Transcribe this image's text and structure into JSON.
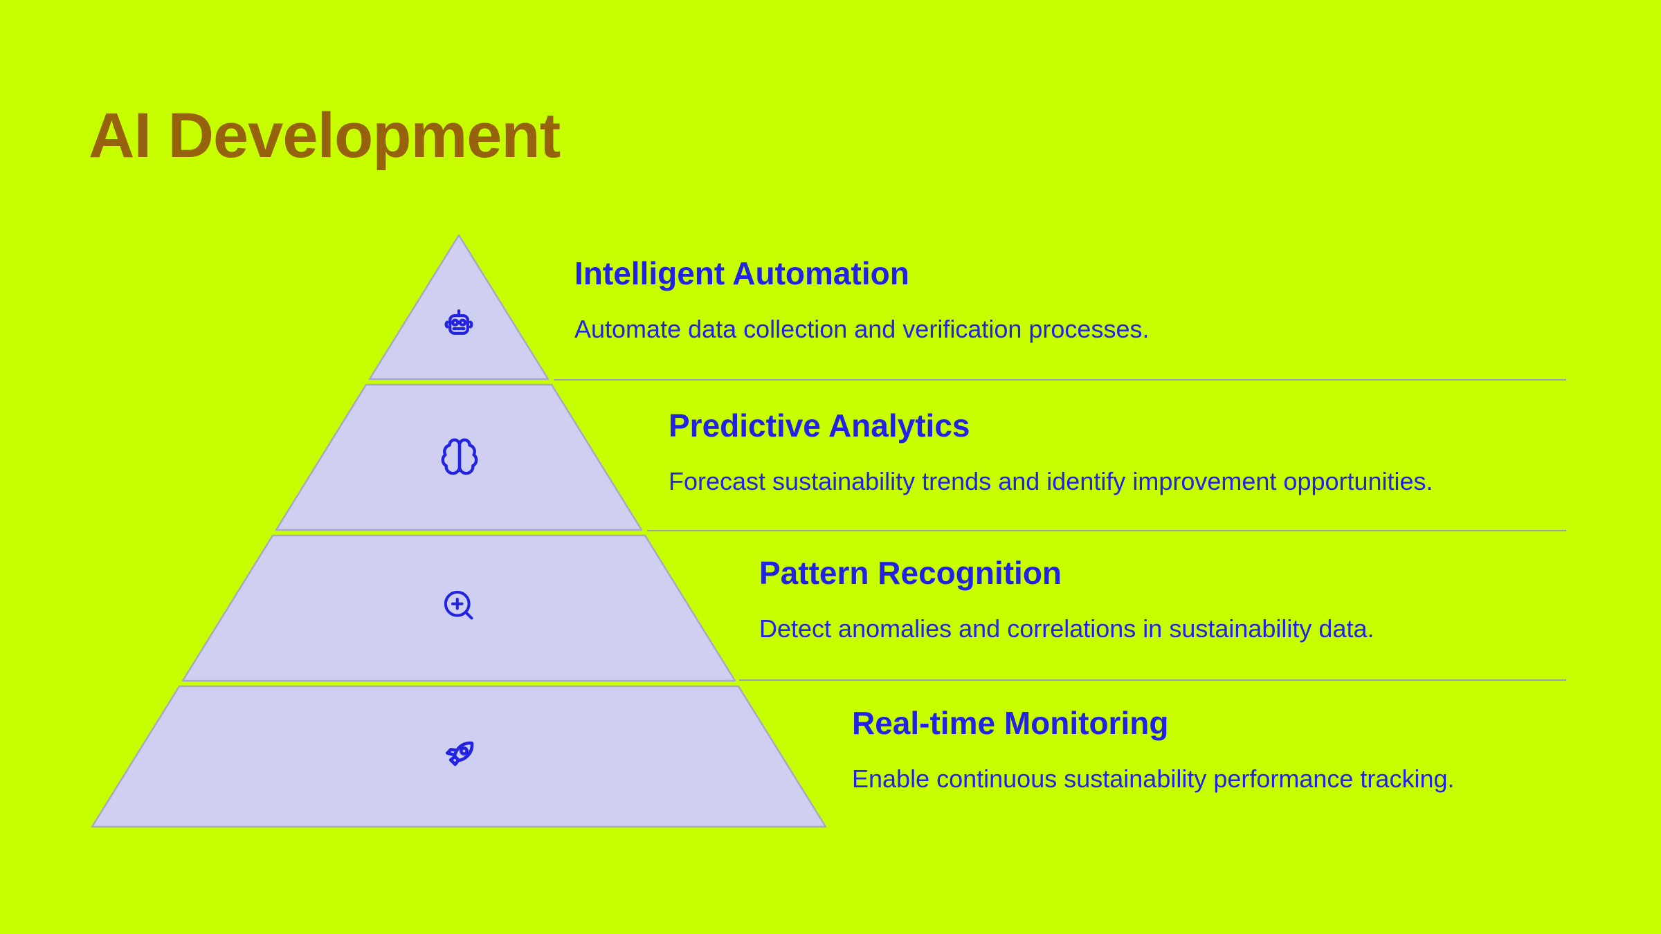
{
  "title": {
    "text": "AI Development"
  },
  "colors": {
    "background": "#c8ff00",
    "title": "#96620e",
    "accent": "#2222e2",
    "tier_fill": "#cfcff2",
    "tier_border": "#a8a8c8",
    "divider": "#9e9eb2"
  },
  "levels": [
    {
      "icon": "robot-icon",
      "heading": "Intelligent Automation",
      "description": "Automate data collection and verification processes."
    },
    {
      "icon": "brain-icon",
      "heading": "Predictive Analytics",
      "description": "Forecast sustainability trends and identify improvement opportunities."
    },
    {
      "icon": "zoom-in-icon",
      "heading": "Pattern Recognition",
      "description": "Detect anomalies and correlations in sustainability data."
    },
    {
      "icon": "rocket-icon",
      "heading": "Real-time Monitoring",
      "description": "Enable continuous sustainability performance tracking."
    }
  ]
}
